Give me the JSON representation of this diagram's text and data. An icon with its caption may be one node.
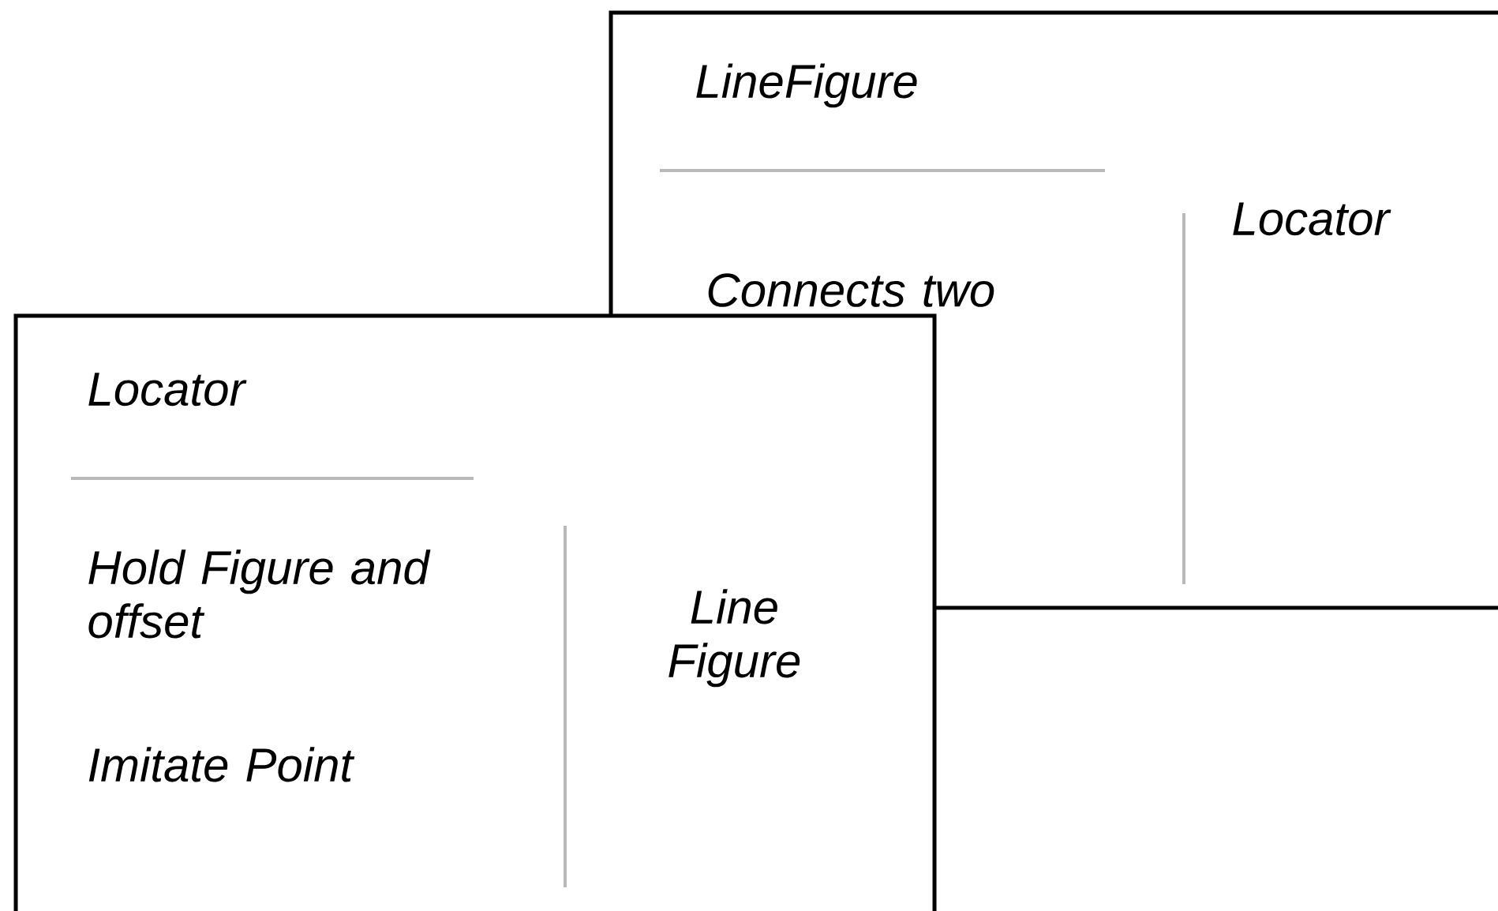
{
  "diagram": {
    "nodes": [
      {
        "text": [
          "LineFigure",
          "Connects two points",
          "Locator"
        ]
      },
      {
        "text": [
          "Locator",
          "Hold Figure and offset",
          "Imitate Point",
          "Line Figure"
        ]
      }
    ]
  }
}
